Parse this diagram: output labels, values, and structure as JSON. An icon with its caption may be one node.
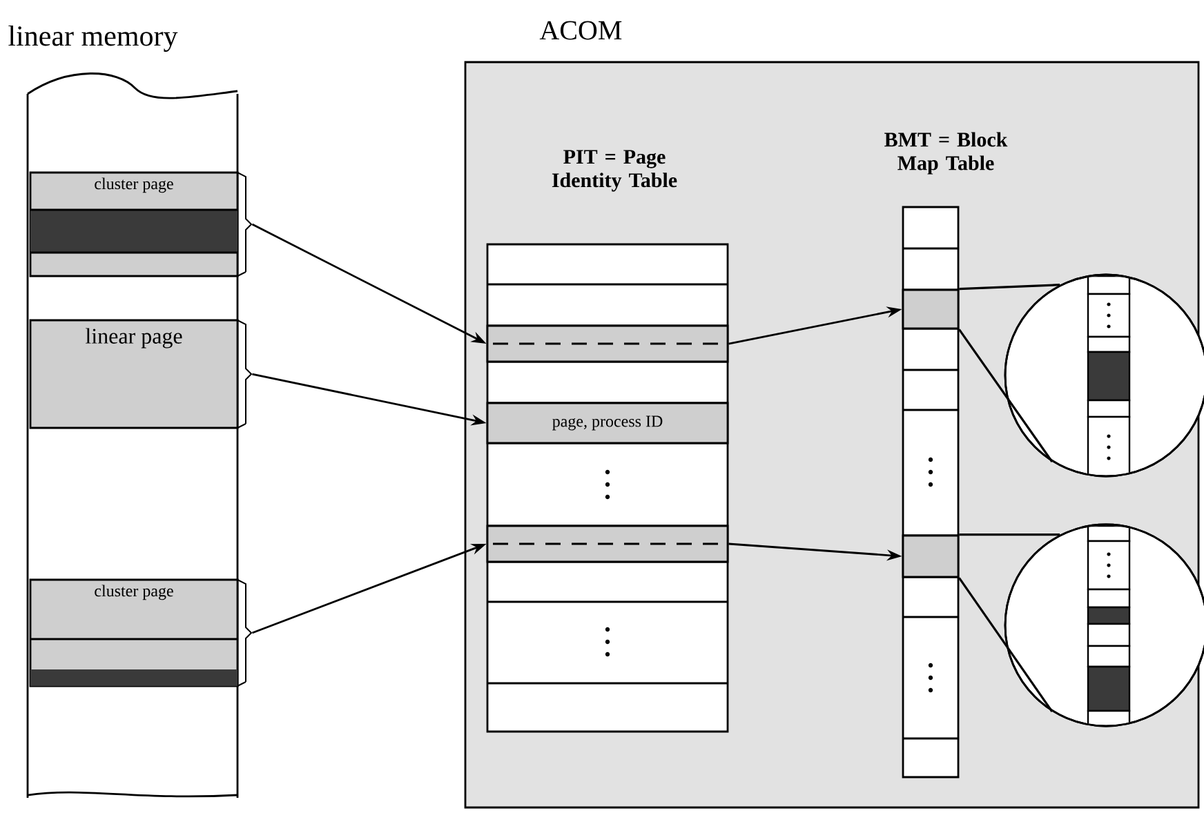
{
  "diagram": {
    "nodes": [
      {
        "text": [
          "linear memory"
        ]
      },
      {
        "text": [
          "cluster page"
        ],
        "in": 0
      },
      {
        "text": [
          "linear page"
        ],
        "in": 0
      },
      {
        "text": [
          "cluster page"
        ],
        "in": 0
      },
      {
        "text": [
          "ACOM"
        ]
      },
      {
        "text": [
          "PIT = Page Identity Table"
        ],
        "in": 4
      },
      {
        "text": [],
        "shape": "bar",
        "in": 5
      },
      {
        "text": [
          "page, process ID"
        ],
        "in": 5
      },
      {
        "text": [],
        "shape": "bar",
        "in": 5
      },
      {
        "text": [
          "BMT = Block Map Table"
        ],
        "in": 4
      },
      {
        "text": [],
        "shape": "bar",
        "in": 9
      },
      {
        "text": [],
        "shape": "bar",
        "in": 9
      },
      {
        "text": [],
        "shape": "circle",
        "in": 4
      },
      {
        "text": [],
        "shape": "circle",
        "in": 4
      }
    ],
    "edges": [
      {
        "from": 1,
        "to": 6,
        "arrow": "to"
      },
      {
        "from": 2,
        "to": 7,
        "arrow": "to"
      },
      {
        "from": 3,
        "to": 8,
        "arrow": "to"
      },
      {
        "from": 6,
        "to": 10,
        "arrow": "to"
      },
      {
        "from": 8,
        "to": 11,
        "arrow": "to"
      },
      {
        "from": 10,
        "to": 12,
        "arrow": "none"
      },
      {
        "from": 10,
        "to": 12,
        "arrow": "none"
      },
      {
        "from": 11,
        "to": 13,
        "arrow": "none"
      },
      {
        "from": 11,
        "to": 13,
        "arrow": "none"
      }
    ]
  }
}
